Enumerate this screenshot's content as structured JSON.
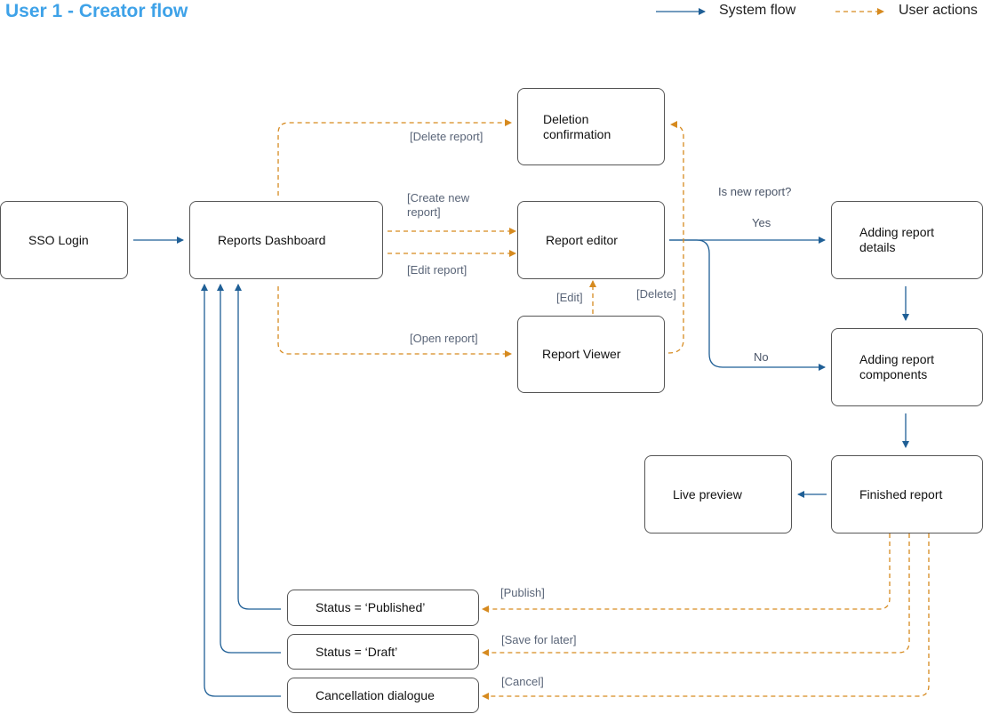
{
  "title": "User 1 - Creator flow",
  "legend": {
    "system_flow": "System flow",
    "user_actions": "User actions"
  },
  "colors": {
    "system": "#1f5f96",
    "user": "#d68a1f",
    "title": "#3ea2e8"
  },
  "nodes": {
    "sso_login": "SSO Login",
    "reports_dashboard": "Reports Dashboard",
    "deletion_confirmation": "Deletion\nconfirmation",
    "report_editor": "Report editor",
    "report_viewer": "Report Viewer",
    "adding_report_details": "Adding report\ndetails",
    "adding_report_components": "Adding report\ncomponents",
    "live_preview": "Live preview",
    "finished_report": "Finished report",
    "status_published": "Status = ‘Published’",
    "status_draft": "Status = ‘Draft’",
    "cancellation_dialogue": "Cancellation dialogue"
  },
  "edge_labels": {
    "delete_report": "[Delete report]",
    "create_new_report": "[Create new\nreport]",
    "edit_report": "[Edit report]",
    "open_report": "[Open report]",
    "edit": "[Edit]",
    "delete": "[Delete]",
    "is_new_report": "Is new report?",
    "yes": "Yes",
    "no": "No",
    "publish": "[Publish]",
    "save_for_later": "[Save for later]",
    "cancel": "[Cancel]"
  }
}
